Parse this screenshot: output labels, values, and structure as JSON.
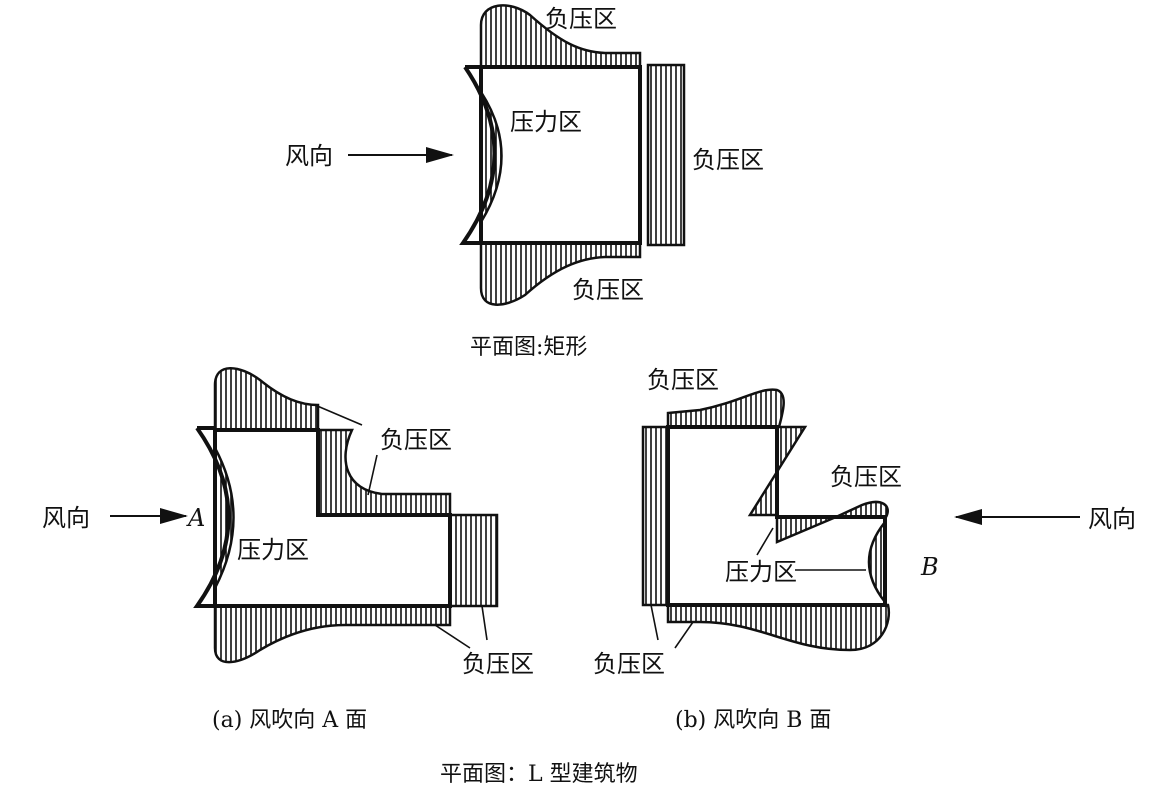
{
  "colors": {
    "ink": "#111111",
    "background": "#ffffff"
  },
  "rect_diagram": {
    "suction_top": "负压区",
    "pressure": "压力区",
    "wind": "风向",
    "suction_right": "负压区",
    "suction_bottom": "负压区",
    "caption": "平面图:矩形"
  },
  "l_diagram_a": {
    "suction_notch": "负压区",
    "wind": "风向",
    "face": "A",
    "pressure": "压力区",
    "suction_bottom": "负压区",
    "caption": "(a) 风吹向 A 面"
  },
  "l_diagram_b": {
    "suction_top": "负压区",
    "suction_notch": "负压区",
    "wind": "风向",
    "pressure": "压力区",
    "face": "B",
    "suction_bottom": "负压区",
    "caption": "(b) 风吹向 B 面"
  },
  "main_caption": "平面图：L 型建筑物"
}
